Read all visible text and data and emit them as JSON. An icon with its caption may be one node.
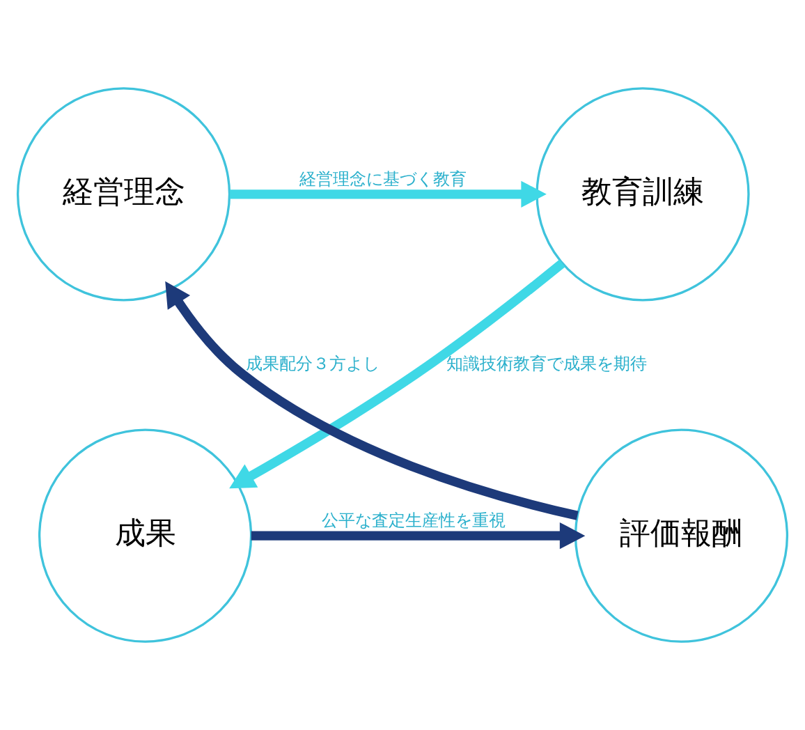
{
  "diagram": {
    "nodes": [
      {
        "text": [
          "経営理念"
        ]
      },
      {
        "text": [
          "教育訓練"
        ]
      },
      {
        "text": [
          "成果"
        ]
      },
      {
        "text": [
          "評価報酬"
        ]
      }
    ],
    "edges": [
      {
        "from": 0,
        "to": 1,
        "arrow": "to",
        "label": "経営理念に基づく教育",
        "color": "#3fd8e6"
      },
      {
        "from": 1,
        "to": 2,
        "arrow": "to",
        "label": "知識技術教育で成果を期待",
        "color": "#3fd8e6"
      },
      {
        "from": 2,
        "to": 3,
        "arrow": "to",
        "label": "公平な査定生産性を重視",
        "color": "#1d3a7a"
      },
      {
        "from": 3,
        "to": 0,
        "arrow": "to",
        "label": "成果配分３方よし",
        "color": "#1d3a7a"
      }
    ]
  }
}
